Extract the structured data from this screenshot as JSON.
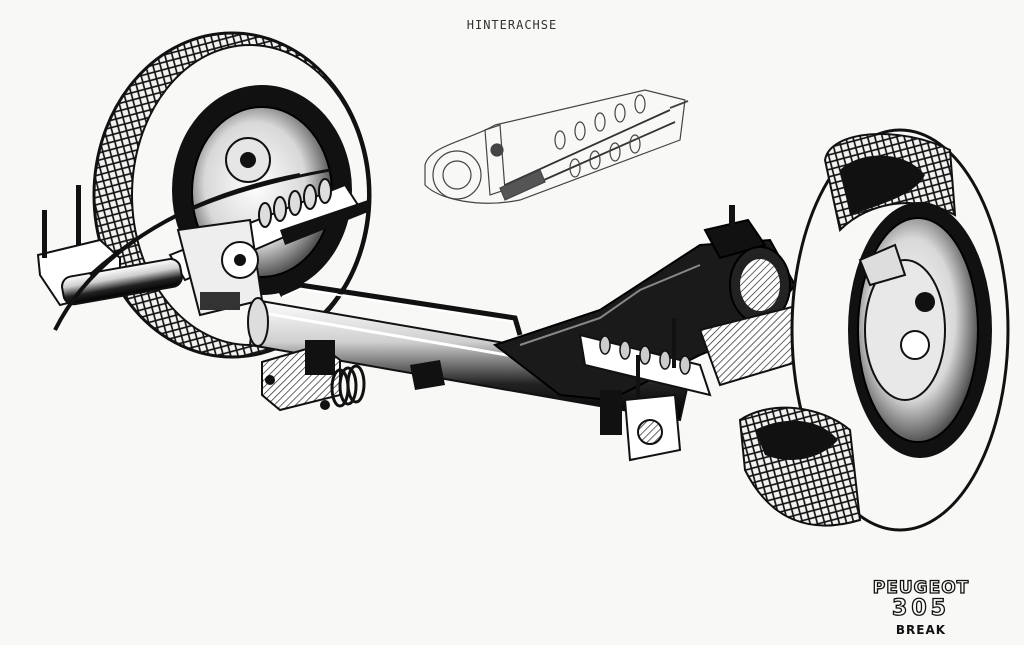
{
  "sheet": {
    "title": "HINTERACHSE",
    "logo": {
      "brand": "PEUGEOT",
      "model": "305",
      "variant": "BREAK"
    }
  },
  "colors": {
    "paper": "#f8f8f6",
    "ink": "#111111"
  },
  "illustration": "rear-axle-cutaway"
}
